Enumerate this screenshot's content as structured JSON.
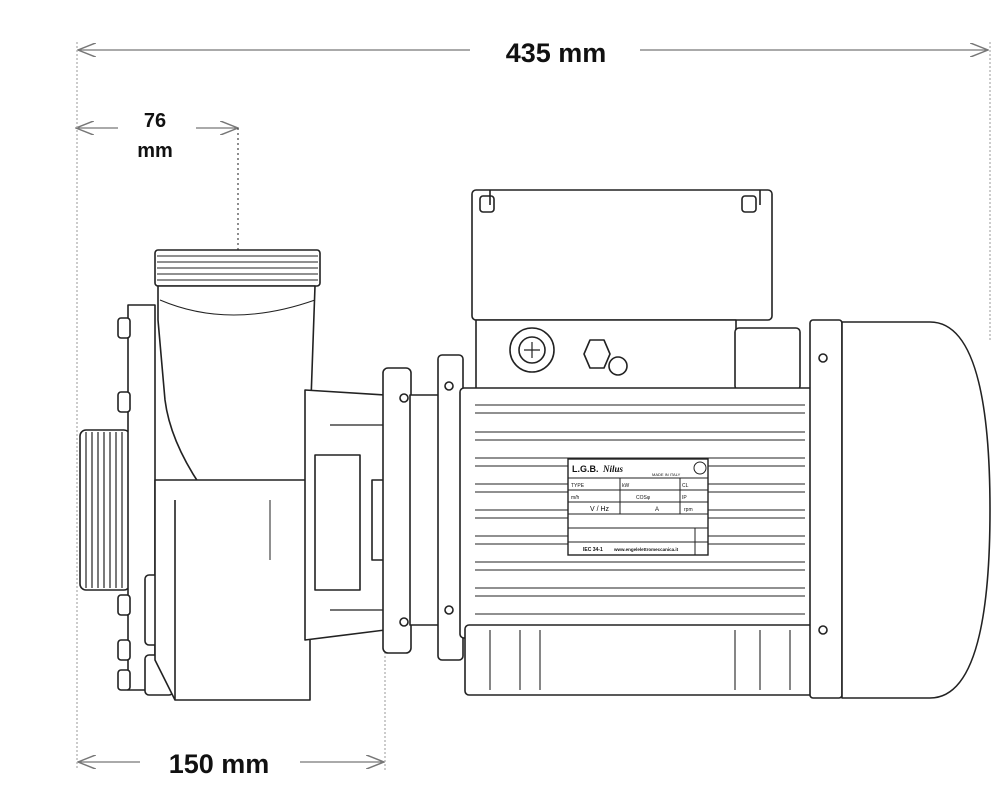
{
  "dimensions": {
    "total_length": "435 mm",
    "inlet_offset_value": "76",
    "inlet_offset_unit": "mm",
    "wet_end_length": "150 mm"
  },
  "nameplate": {
    "brand": "L.G.B.",
    "model": "Nilus",
    "origin": "MADE IN ITALY",
    "type_label": "TYPE",
    "kw_label": "kW",
    "cl_label": "CL",
    "mh_label": "m/h",
    "cos_label": "COSφ",
    "ip_label": "IP",
    "vhz_label": "V / Hz",
    "a_label": "A",
    "rpm_label": "rpm",
    "standard": "IEC 34-1",
    "website": "www.engelelettromeccanica.it"
  }
}
